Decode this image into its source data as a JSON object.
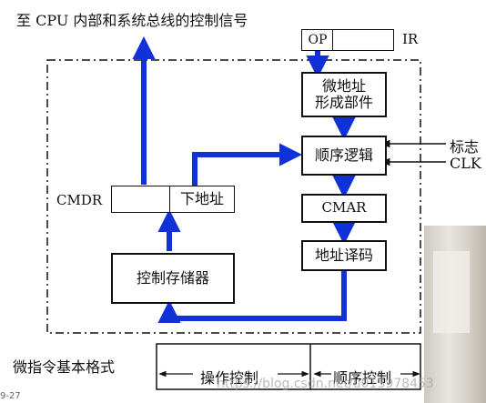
{
  "title": "至 CPU 内部和系统总线的控制信号",
  "ir": {
    "op": "OP",
    "label": "IR"
  },
  "blocks": {
    "micro_addr": [
      "微地址",
      "形成部件"
    ],
    "seq_logic": "顺序逻辑",
    "cmar": "CMAR",
    "addr_decode": "地址译码",
    "control_store": "控制存储器",
    "cmdr_label": "CMDR",
    "next_addr": "下地址"
  },
  "inputs": {
    "flag": "标志",
    "clk": "CLK"
  },
  "format": {
    "label": "微指令基本格式",
    "op_ctrl": "操作控制",
    "seq_ctrl": "顺序控制"
  },
  "watermark": "https://blog.csdn.net/u013978453",
  "corner_text": "9-27",
  "colors": {
    "arrow": "#1030d8",
    "line": "#111111"
  }
}
